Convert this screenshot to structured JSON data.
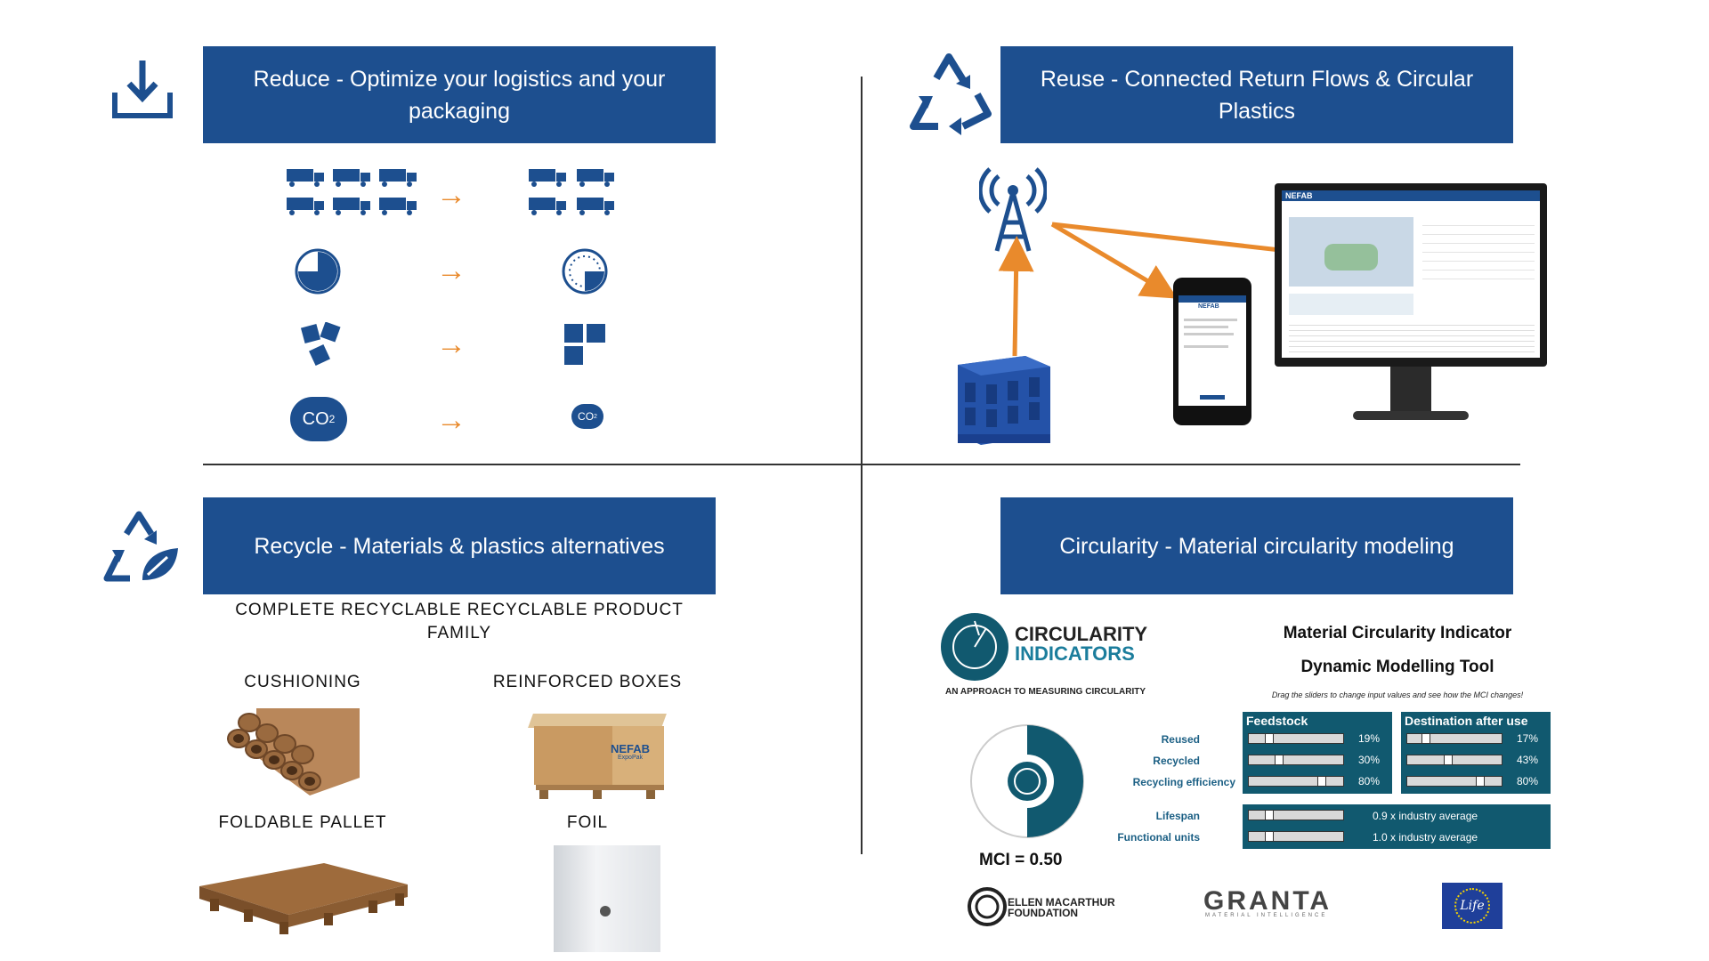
{
  "quadrants": {
    "reduce": {
      "title": "Reduce - Optimize your logistics and your packaging"
    },
    "reuse": {
      "title": "Reuse - Connected Return Flows & Circular Plastics"
    },
    "recycle": {
      "title": "Recycle - Materials & plastics alternatives",
      "subtitle": "COMPLETE RECYCLABLE RECYCLABLE PRODUCT FAMILY",
      "products": {
        "cushioning": "CUSHIONING",
        "reinforced_boxes": "REINFORCED BOXES",
        "foldable_pallet": "FOLDABLE PALLET",
        "foil": "FOIL"
      }
    },
    "circularity": {
      "title": "Circularity - Material circularity modeling"
    }
  },
  "reduce_icons": {
    "co2_label": "CO",
    "co2_sub": "2"
  },
  "reuse_devices": {
    "brand": "NEFAB"
  },
  "box_brand": {
    "name": "NEFAB",
    "sub": "ExpoPak"
  },
  "circularity_tool": {
    "logo_line1": "CIRCULARITY",
    "logo_line2": "INDICATORS",
    "logo_tagline": "AN APPROACH TO MEASURING CIRCULARITY",
    "tool_title1": "Material Circularity Indicator",
    "tool_title2": "Dynamic Modelling Tool",
    "instruction": "Drag the sliders to change input values and see how the MCI changes!",
    "feedstock_header": "Feedstock",
    "destination_header": "Destination after use",
    "rows": [
      {
        "label": "Reused",
        "feedstock": "19%",
        "feedstock_level": 0.19,
        "destination": "17%",
        "destination_level": 0.17
      },
      {
        "label": "Recycled",
        "feedstock": "30%",
        "feedstock_level": 0.3,
        "destination": "43%",
        "destination_level": 0.43
      },
      {
        "label": "Recycling efficiency",
        "feedstock": "80%",
        "feedstock_level": 0.8,
        "destination": "80%",
        "destination_level": 0.8
      }
    ],
    "lifespan_label": "Lifespan",
    "lifespan_value": "0.9 x industry average",
    "units_label": "Functional units",
    "units_value": "1.0 x industry average",
    "mci_label": "MCI = 0.50",
    "mci_value": 0.5
  },
  "partners": {
    "ellen1": "ELLEN MACARTHUR",
    "ellen2": "FOUNDATION",
    "granta": "GRANTA",
    "granta_sub": "MATERIAL INTELLIGENCE",
    "life": "Life"
  },
  "colors": {
    "brand_blue": "#1d4f8f",
    "accent_orange": "#e98a2c",
    "teal": "#11596f"
  }
}
